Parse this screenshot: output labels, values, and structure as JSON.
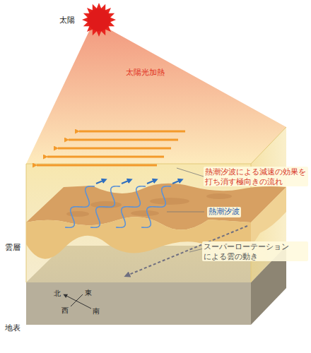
{
  "diagram": {
    "labels": [
      "太陽",
      "太陽光加熱",
      "熱潮汐波による減速の効果を 打ち消す極向きの流れ",
      "熱潮汐波",
      "スーパーローテーション による雲の動き",
      "雲層",
      "地表",
      "北",
      "東",
      "西",
      "南"
    ]
  }
}
